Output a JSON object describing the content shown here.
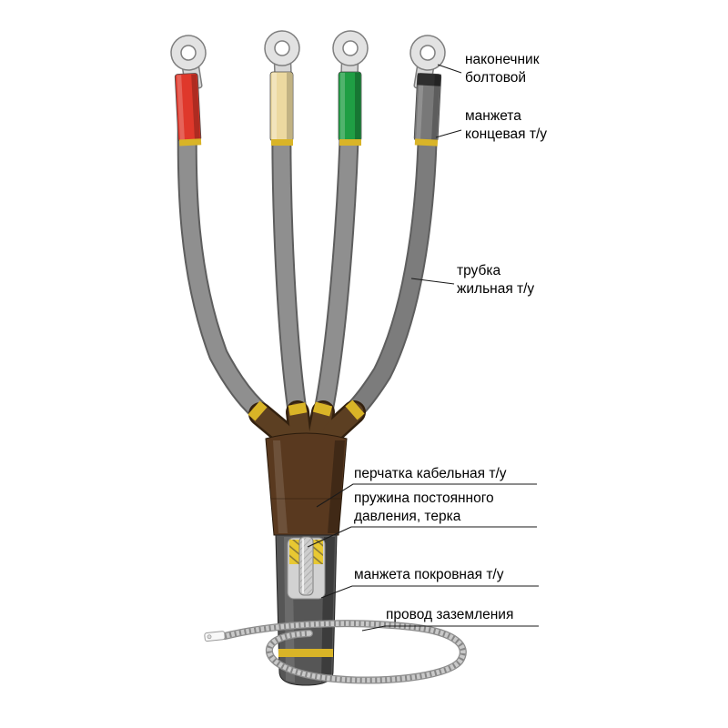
{
  "labels": {
    "lug": {
      "text": "наконечник\nболтовой"
    },
    "end_sleeve": {
      "text": "манжета\nконцевая т/у"
    },
    "core_tube": {
      "text": "трубка\nжильная т/у"
    },
    "glove": {
      "text": "перчатка кабельная т/у"
    },
    "spring": {
      "text": "пружина постоянного\nдавления, терка"
    },
    "cover_sleeve": {
      "text": "манжета покровная т/у"
    },
    "ground_wire": {
      "text": "провод заземления"
    }
  },
  "colors": {
    "phase_red": "#df382b",
    "phase_beige": "#ecd9a0",
    "phase_green": "#1f9e44",
    "phase_gray": "#787878",
    "band_gold": "#d9b427",
    "spring_gold": "#e8c832",
    "glove_brown": "#59391f",
    "body_gray": "#565656",
    "tube_gray": "#8f8f8f",
    "tube_edge": "#646464",
    "metal_light": "#e2e2e2"
  }
}
